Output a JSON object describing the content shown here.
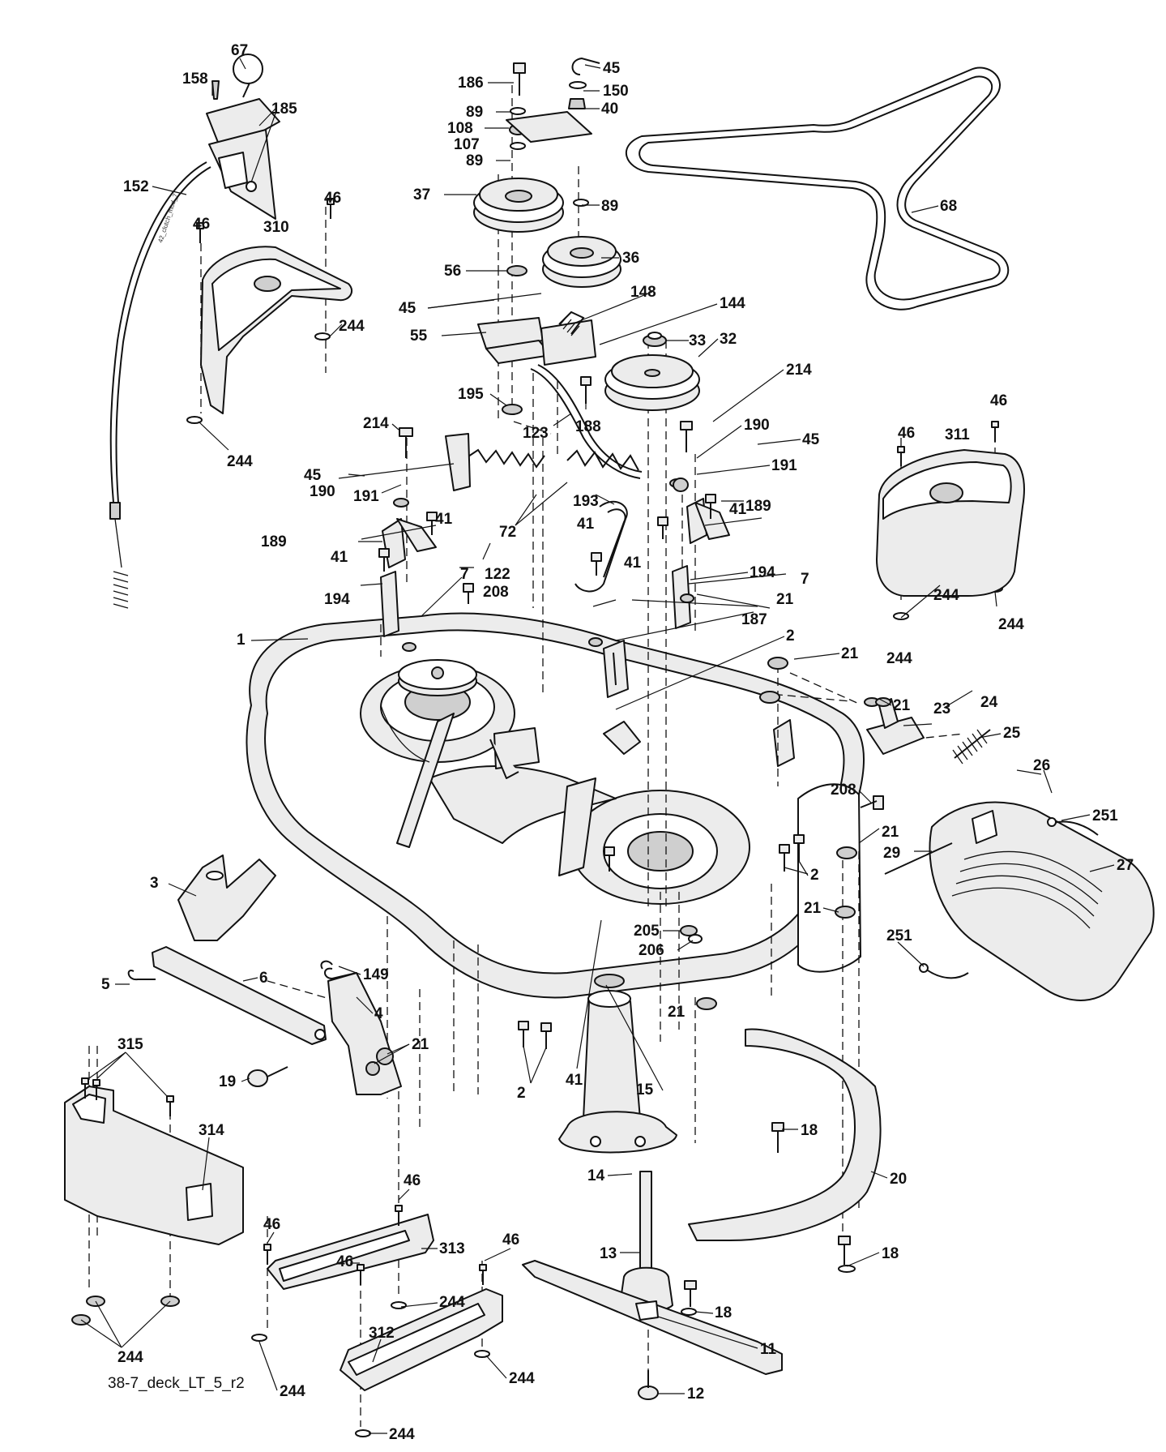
{
  "figure_code": "38-7_deck_LT_5_r2",
  "cable_imprint": "42_clutch_mod_7",
  "labels": [
    "67",
    "158",
    "185",
    "152",
    "186",
    "45",
    "150",
    "89",
    "40",
    "108",
    "107",
    "89",
    "37",
    "89",
    "36",
    "56",
    "68",
    "46",
    "46",
    "310",
    "45",
    "148",
    "144",
    "55",
    "33",
    "32",
    "214",
    "195",
    "123",
    "188",
    "214",
    "190",
    "45",
    "45",
    "191",
    "190",
    "191",
    "41",
    "193",
    "72",
    "189",
    "41",
    "41",
    "41",
    "189",
    "41",
    "122",
    "194",
    "194",
    "7",
    "208",
    "21",
    "7",
    "187",
    "1",
    "2",
    "21",
    "21",
    "23",
    "24",
    "25",
    "208",
    "26",
    "251",
    "21",
    "29",
    "27",
    "2",
    "21",
    "205",
    "206",
    "251",
    "3",
    "149",
    "5",
    "6",
    "4",
    "21",
    "21",
    "2",
    "41",
    "19",
    "15",
    "18",
    "315",
    "314",
    "14",
    "20",
    "46",
    "313",
    "46",
    "46",
    "46",
    "13",
    "18",
    "244",
    "244",
    "312",
    "18",
    "11",
    "244",
    "244",
    "244",
    "12",
    "244",
    "46",
    "46",
    "311",
    "244",
    "244",
    "244",
    "244"
  ]
}
